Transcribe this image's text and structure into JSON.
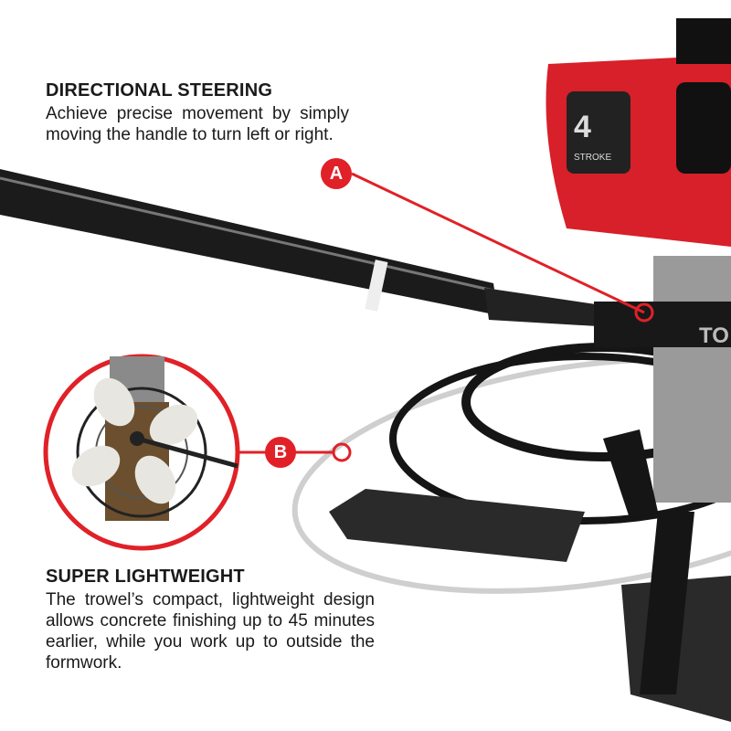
{
  "features": [
    {
      "marker": "A",
      "heading": "DIRECTIONAL STEERING",
      "body": "Achieve precise movement by simply moving the handle to turn left or right."
    },
    {
      "marker": "B",
      "heading": "SUPER LIGHTWEIGHT",
      "body": "The trowel’s compact, lightweight design allows concrete finishing up to 45 minutes earlier, while you work up to outside the formwork."
    }
  ],
  "engine_label": {
    "number": "4",
    "text": "STROKE"
  },
  "frame_brand_fragment": "TO",
  "colors": {
    "accent": "#e02127",
    "engine": "#d8202a",
    "frame": "#151515"
  }
}
